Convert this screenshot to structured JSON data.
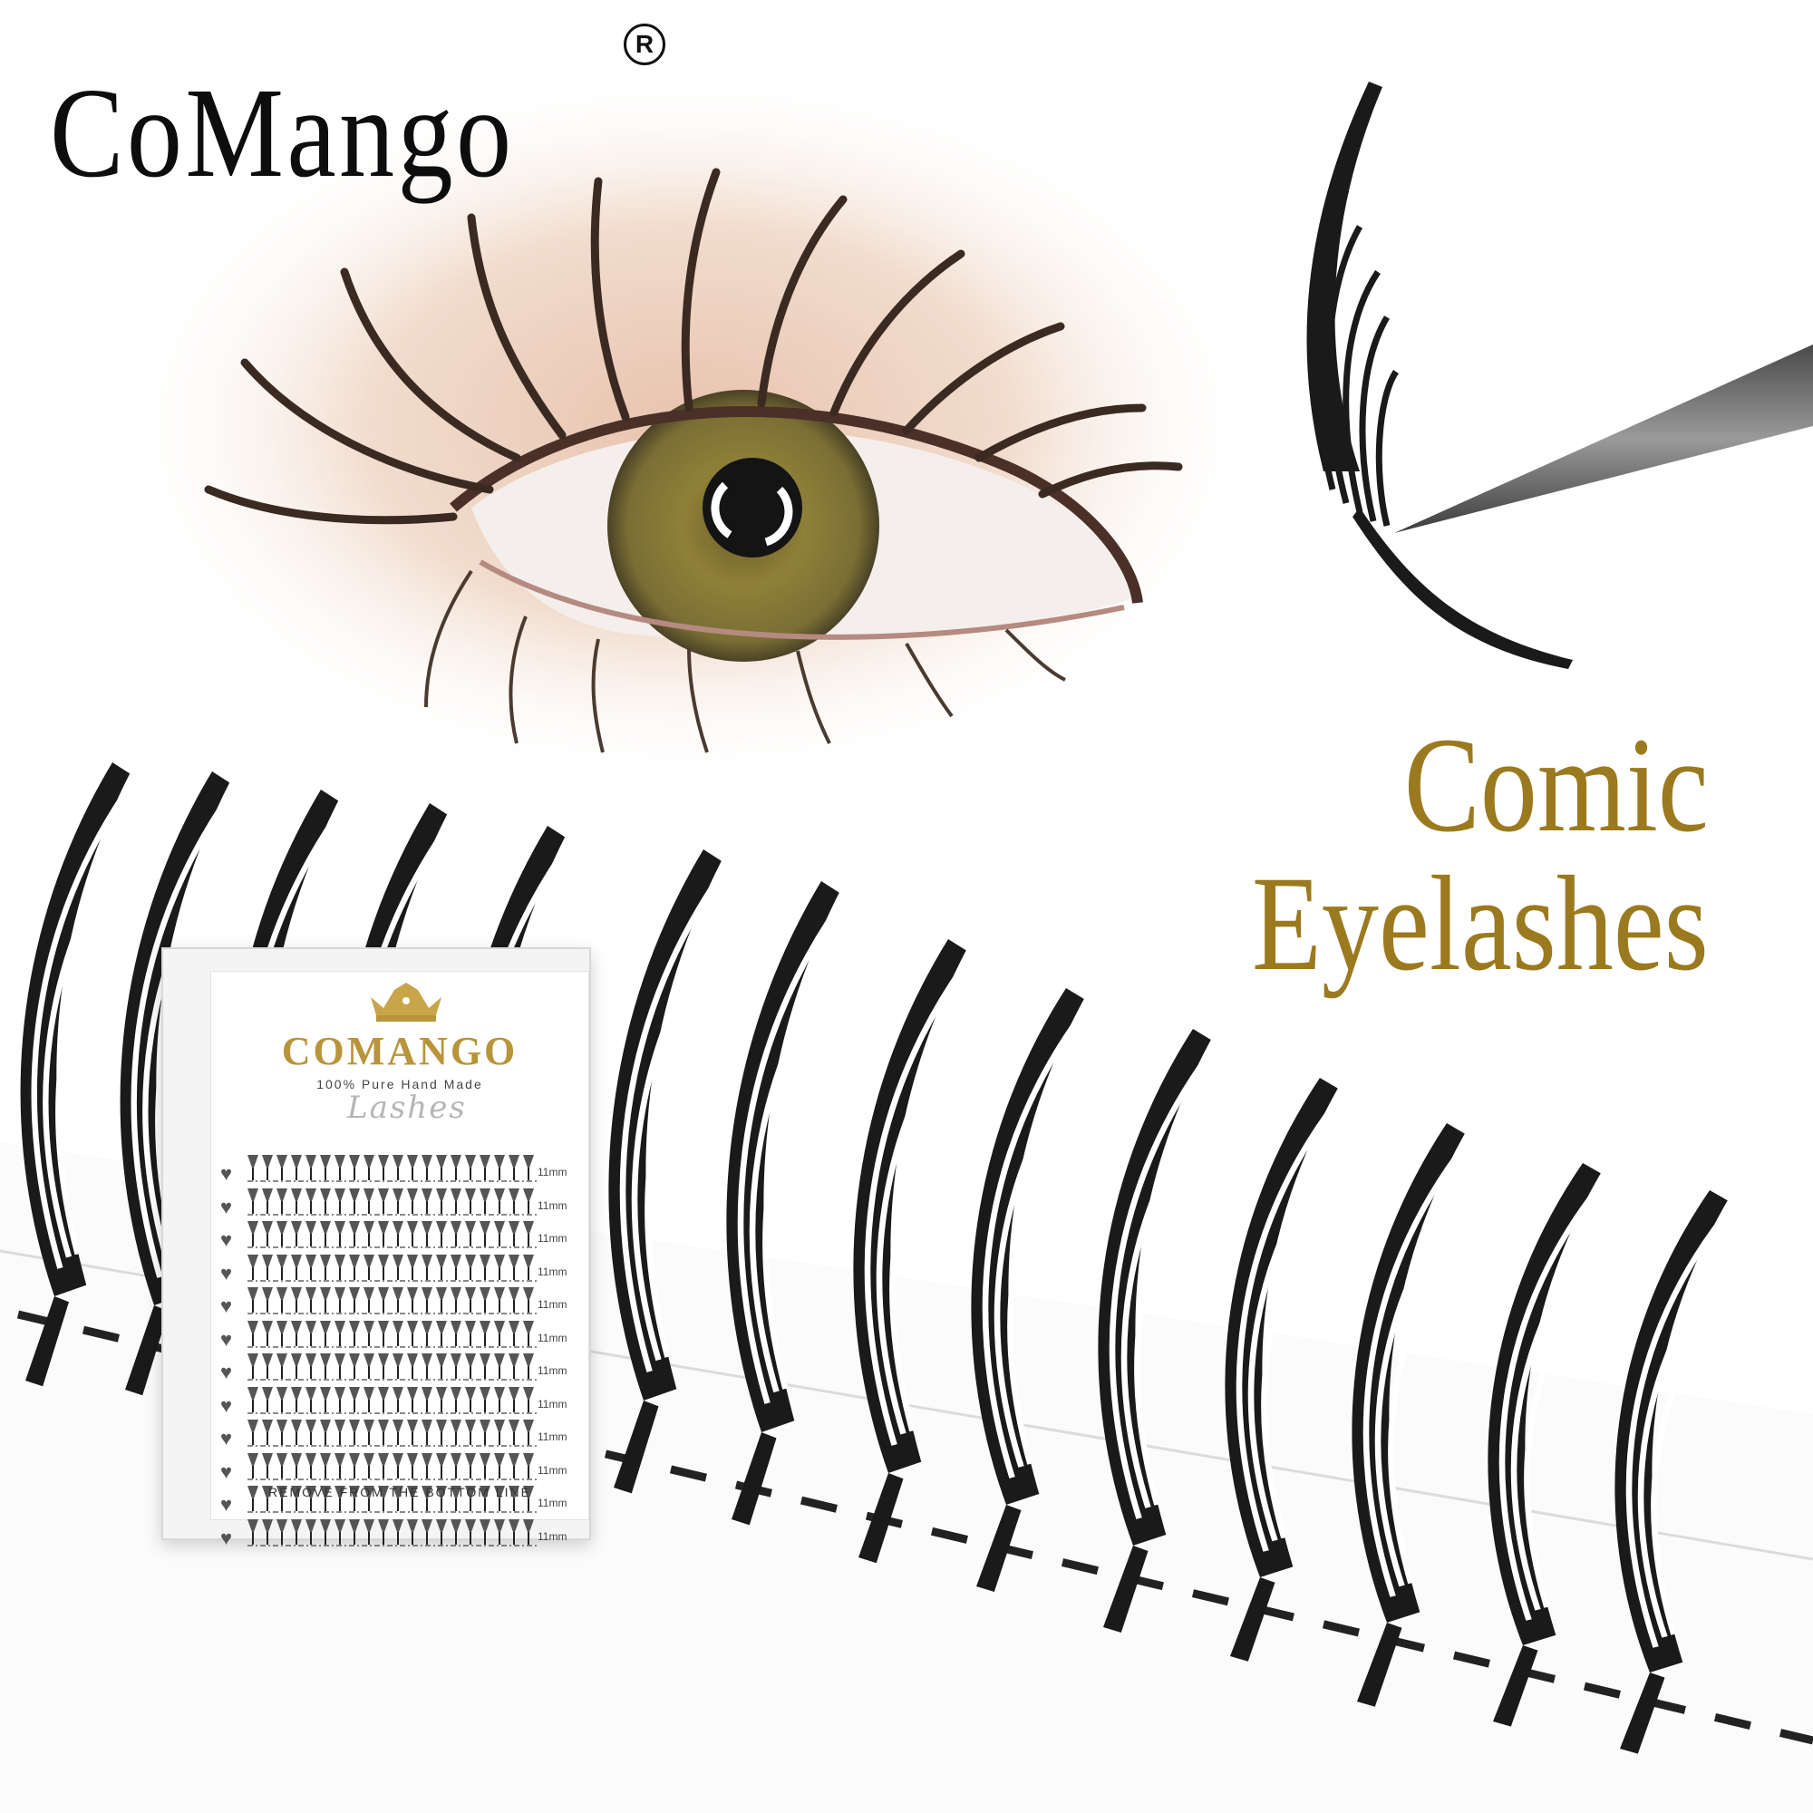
{
  "header": {
    "brand": "CoMango",
    "registered_mark": "R"
  },
  "headline": {
    "line1": "Comic",
    "line2": "Eyelashes"
  },
  "product_tray": {
    "brand": "COMANGO",
    "tagline": "100% Pure Hand Made",
    "script": "Lashes",
    "rows": [
      {
        "length": "11mm"
      },
      {
        "length": "11mm"
      },
      {
        "length": "11mm"
      },
      {
        "length": "11mm"
      },
      {
        "length": "11mm"
      },
      {
        "length": "11mm"
      },
      {
        "length": "11mm"
      },
      {
        "length": "11mm"
      },
      {
        "length": "11mm"
      },
      {
        "length": "11mm"
      },
      {
        "length": "11mm"
      },
      {
        "length": "11mm"
      }
    ],
    "row_icon": "heart-icon",
    "footer": "REMOVE FROM THE BOTTOM LINE"
  },
  "colors": {
    "brand_text": "#0d0d0d",
    "headline_gold": "#9b7a1f",
    "tray_gold": "#b8943a",
    "iris": "#8a7a3a",
    "skin": "#e9c9b4",
    "lash_black": "#1a1a1a"
  },
  "imagery": {
    "eye_photo": "close-up eye with green-hazel iris and spiky comic-style lashes",
    "tweezers": "metal tweezers holding a single lash cluster",
    "lash_strip": "row of large curved lash clusters on a white strip with dashed cut line"
  }
}
